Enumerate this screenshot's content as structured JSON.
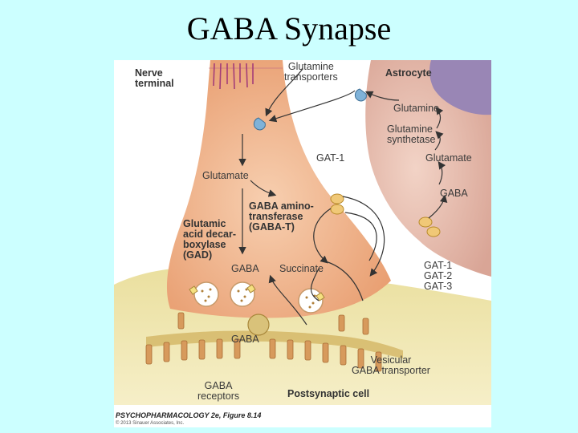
{
  "slide": {
    "title": "GABA Synapse"
  },
  "figure": {
    "labels": {
      "nerve_terminal": "Nerve\nterminal",
      "glutamine_transporters": "Glutamine\ntransporters",
      "astrocyte": "Astrocyte",
      "glutamine": "Glutamine",
      "glutamine_synthetase": "Glutamine\nsynthetase",
      "gat1_top": "GAT-1",
      "glutamate_astro": "Glutamate",
      "glutamate_terminal": "Glutamate",
      "gaba_t": "GABA amino-\ntransferase\n(GABA-T)",
      "gaba_astro": "GABA",
      "gad": "Glutamic\nacid decar-\nboxylase\n(GAD)",
      "gaba_terminal": "GABA",
      "succinate": "Succinate",
      "gat_list": "GAT-1\nGAT-2\nGAT-3",
      "gaba_cleft": "GABA",
      "vesicular_transporter": "Vesicular\nGABA transporter",
      "gaba_receptors": "GABA\nreceptors",
      "postsynaptic_cell": "Postsynaptic cell"
    },
    "credit": "PSYCHOPHARMACOLOGY 2e, Figure 8.14",
    "copyright": "© 2013 Sinauer Associates, Inc."
  },
  "colors": {
    "background": "#ccffff",
    "terminal": "#f2b48a",
    "astrocyte": "#e8b8a8",
    "astro_nucleus": "#9986b5",
    "postsynaptic": "#e8d99a",
    "receptor": "#d79a5c",
    "transporter": "#7fb2d8"
  }
}
